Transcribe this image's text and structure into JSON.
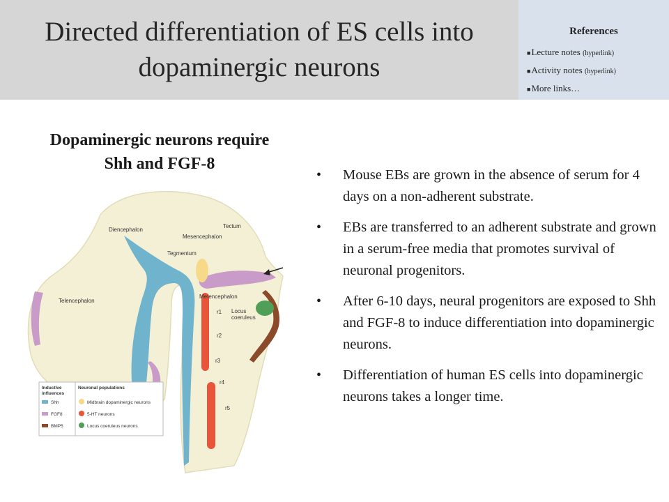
{
  "title": "Directed differentiation of ES cells into dopaminergic neurons",
  "references": {
    "heading": "References",
    "items": [
      {
        "label": "Lecture notes ",
        "note": "(hyperlink)"
      },
      {
        "label": "Activity notes ",
        "note": "(hyperlink)"
      },
      {
        "label": "More links…",
        "note": ""
      }
    ]
  },
  "subtitle": {
    "line1": "Dopaminergic neurons require",
    "line2": "Shh and FGF-8"
  },
  "bullets": [
    "Mouse EBs are grown in the absence of serum for 4 days on a non-adherent substrate.",
    "EBs are transferred to an adherent substrate and grown in a serum-free media that promotes survival of neuronal progenitors.",
    "After 6-10 days, neural progenitors are exposed to Shh and FGF-8 to induce differentiation into dopaminergic neurons.",
    "Differentiation of human ES cells into dopaminergic neurons takes a longer time."
  ],
  "diagram": {
    "regions": {
      "diencephalon": "Diencephalon",
      "tectum": "Tectum",
      "mesencephalon": "Mesencephalon",
      "tegmentum": "Tegmentum",
      "telencephalon": "Telencephalon",
      "metencephalon": "Metencephalon",
      "locus1": "Locus",
      "locus2": "coeruleus",
      "r1": "r1",
      "r2": "r2",
      "r3": "r3",
      "r4": "r4",
      "r5": "r5"
    },
    "legend": {
      "inductive_heading_1": "Inductive",
      "inductive_heading_2": "influences",
      "populations_heading": "Neuronal populations",
      "shh": "Shh",
      "fgf8": "FGF8",
      "bmp5": "BMP5",
      "midbrain": "Midbrain dopaminergic neurons",
      "ht": "5-HT neurons",
      "locus": "Locus coeruleus neurons"
    },
    "colors": {
      "tissue": "#f4f0d6",
      "shh": "#6fb3cc",
      "fgf8": "#c99bc8",
      "bmp5": "#8b4a2a",
      "midbrain": "#f7d98a",
      "ht": "#e8553a",
      "locus": "#4f9f58"
    }
  }
}
